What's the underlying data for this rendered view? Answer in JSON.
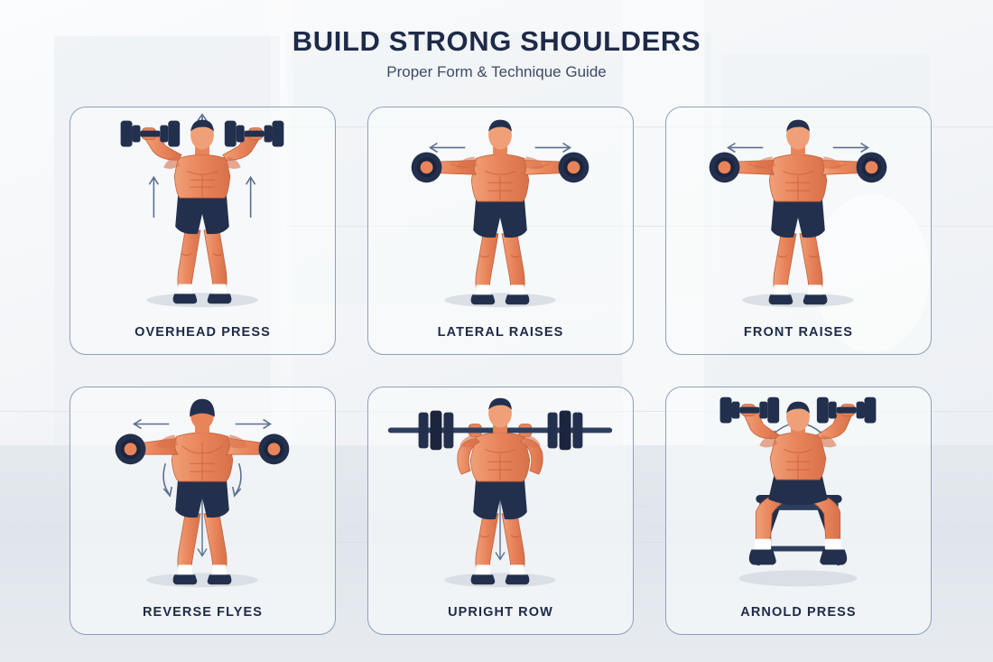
{
  "header": {
    "title": "BUILD STRONG SHOULDERS",
    "subtitle": "Proper Form & Technique Guide"
  },
  "palette": {
    "skin": "#e8835a",
    "skin_light": "#f0a078",
    "skin_shade": "#d06a42",
    "navy": "#22304d",
    "navy_dark": "#1b253d",
    "navy_light": "#2e3e5e",
    "arrow": "#5c6f91",
    "card_border": "#8fa0bb",
    "text_dark": "#1e2a47",
    "background": "#f3f5f7",
    "shadow": "#d3d9e0"
  },
  "cards": [
    {
      "id": "overhead-press",
      "label": "OVERHEAD PRESS",
      "equipment": "dumbbells",
      "pose": "front-press",
      "arrows": [
        "up-center",
        "up-left",
        "up-right"
      ]
    },
    {
      "id": "lateral-raises",
      "label": "LATERAL RAISES",
      "equipment": "dumbbells-endon",
      "pose": "front-t",
      "arrows": [
        "left",
        "right"
      ]
    },
    {
      "id": "front-raises",
      "label": "FRONT RAISES",
      "equipment": "dumbbells-endon",
      "pose": "front-t",
      "arrows": [
        "left",
        "right"
      ]
    },
    {
      "id": "reverse-flyes",
      "label": "REVERSE FLYES",
      "equipment": "dumbbells-endon",
      "pose": "back-t",
      "arrows": [
        "left",
        "right",
        "curve-down-left",
        "curve-down-right",
        "down-center"
      ]
    },
    {
      "id": "upright-row",
      "label": "UPRIGHT ROW",
      "equipment": "barbell",
      "pose": "front-rack",
      "arrows": [
        "down-center"
      ]
    },
    {
      "id": "arnold-press",
      "label": "ARNOLD PRESS",
      "equipment": "dumbbells",
      "pose": "seated-press",
      "arrows": [
        "rotate-arc"
      ]
    }
  ]
}
